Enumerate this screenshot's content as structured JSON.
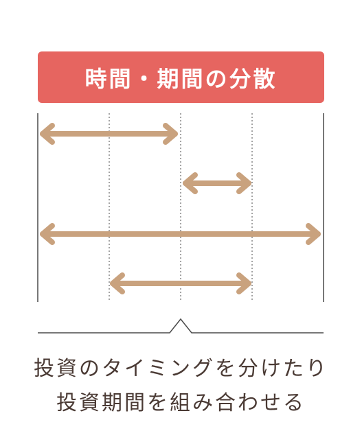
{
  "title": "時間・期間の分散",
  "caption": {
    "line1": "投資のタイミングを分けたり",
    "line2": "投資期間を組み合わせる"
  },
  "colors": {
    "banner": "#e66560",
    "arrow": "#c9a27e",
    "line": "#4a4a4a",
    "text": "#4a3a34"
  }
}
